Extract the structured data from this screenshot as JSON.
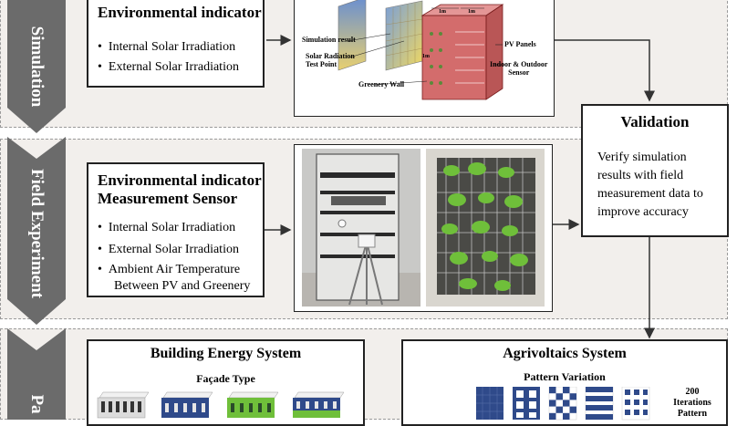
{
  "stages": {
    "simulation": "Simulation",
    "field": "Field Experiment",
    "third": "Pa"
  },
  "sim_box": {
    "title": "Environmental indicator",
    "items": [
      "Internal Solar Irradiation",
      "External Solar Irradiation"
    ]
  },
  "sim_figure": {
    "labels": {
      "simulation_result": "Simulation result",
      "test_point": "Solar Radiation\nTest Point",
      "greenery_wall": "Greenery Wall",
      "pv_panels": "PV Panels",
      "sensor": "Indoor & Outdoor\nSensor",
      "dim_a": "1m",
      "dim_b": "1m",
      "dim_c": "1m"
    }
  },
  "validation": {
    "title": "Validation",
    "text": "Verify simulation results with field measurement data to improve accuracy"
  },
  "field_box": {
    "title_line1": "Environmental indicator",
    "title_line2": "Measurement Sensor",
    "items": [
      "Internal Solar Irradiation",
      "External Solar Irradiation",
      "Ambient  Air Temperature",
      "Between PV and Greenery"
    ]
  },
  "building": {
    "title": "Building Energy System",
    "subtitle": "Façade Type"
  },
  "agri": {
    "title": "Agrivoltaics System",
    "subtitle": "Pattern Variation",
    "note_line1": "200",
    "note_line2": "Iterations",
    "note_line3": "Pattern"
  },
  "colors": {
    "chevron": "#6b6b6b",
    "band": "#f2efec",
    "pv": "#c43b3b",
    "panel_blue": "#2f4a8a",
    "green": "#6fbf3a"
  }
}
